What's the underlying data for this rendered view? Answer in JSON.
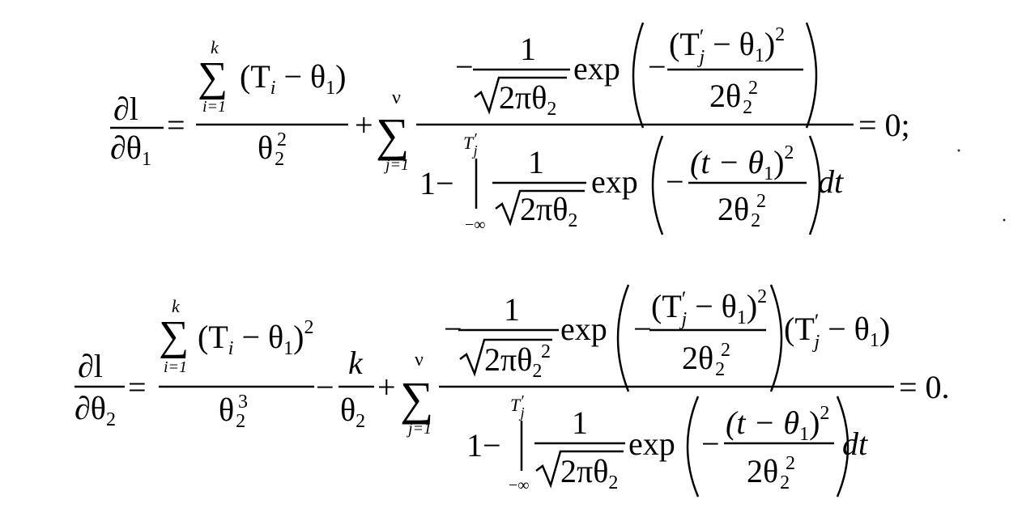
{
  "equations": [
    {
      "lhs": {
        "num": "∂l",
        "den": "∂θ",
        "den_sub": "1"
      },
      "term1": {
        "sum_upper": "k",
        "sum_lower": "i=1",
        "num_expr": "(T",
        "num_sub": "i",
        "num_rest": " − θ",
        "num_rest_sub": "1",
        "num_close": ")",
        "den": "θ",
        "den_sub": "2",
        "den_sup": "2"
      },
      "term2": {
        "sum_upper": "ν",
        "sum_lower": "j=1",
        "numer": {
          "minus": "−",
          "one": "1",
          "sqrt_body": "2π",
          "theta": "θ",
          "theta_sub": "2",
          "exp": "exp",
          "inner_minus": "−",
          "inner_num": "(T",
          "inner_num_prime": "′",
          "inner_num_sub": "j",
          "inner_num_rest": " − θ",
          "inner_num_rest_sub": "1",
          "inner_num_close": ")",
          "inner_num_sup": "2",
          "inner_den": "2θ",
          "inner_den_sub": "2",
          "inner_den_sup": "2"
        },
        "denom": {
          "one_minus": "1−",
          "int_upper": "T",
          "int_upper_prime": "′",
          "int_upper_sub": "j",
          "int_lower": "−∞",
          "one": "1",
          "sqrt_body": "2π",
          "theta": "θ",
          "theta_sub": "2",
          "exp": "exp",
          "inner_minus": "−",
          "inner_num": "(t − θ",
          "inner_num_sub": "1",
          "inner_num_close": ")",
          "inner_num_sup": "2",
          "inner_den": "2θ",
          "inner_den_sub": "2",
          "inner_den_sup": "2",
          "dt": "dt"
        }
      },
      "rhs": "= 0;"
    },
    {
      "lhs": {
        "num": "∂l",
        "den": "∂θ",
        "den_sub": "2"
      },
      "term1": {
        "sum_upper": "k",
        "sum_lower": "i=1",
        "num_expr": "(T",
        "num_sub": "i",
        "num_rest": " − θ",
        "num_rest_sub": "1",
        "num_close": ")",
        "num_sup": "2",
        "den": "θ",
        "den_sub": "2",
        "den_sup": "3"
      },
      "term_mid": {
        "minus": "−",
        "num": "k",
        "den": "θ",
        "den_sub": "2"
      },
      "term2": {
        "sum_upper": "ν",
        "sum_lower": "j=1",
        "numer": {
          "minus": "−",
          "one": "1",
          "sqrt_body": "2π",
          "theta": "θ",
          "theta_sub": "2",
          "theta_sup": "2",
          "exp": "exp",
          "inner_minus": "−",
          "inner_num": "(T",
          "inner_num_prime": "′",
          "inner_num_sub": "j",
          "inner_num_rest": " − θ",
          "inner_num_rest_sub": "1",
          "inner_num_close": ")",
          "inner_num_sup": "2",
          "inner_den": "2θ",
          "inner_den_sub": "2",
          "inner_den_sup": "2",
          "tail": "(T",
          "tail_prime": "′",
          "tail_sub": "j",
          "tail_rest": " − θ",
          "tail_rest_sub": "1",
          "tail_close": ")"
        },
        "denom": {
          "one_minus": "1−",
          "int_upper": "T",
          "int_upper_prime": "′",
          "int_upper_sub": "j",
          "int_lower": "−∞",
          "one": "1",
          "sqrt_body": "2π",
          "theta": "θ",
          "theta_sub": "2",
          "exp": "exp",
          "inner_minus": "−",
          "inner_num": "(t − θ",
          "inner_num_sub": "1",
          "inner_num_close": ")",
          "inner_num_sup": "2",
          "inner_den": "2θ",
          "inner_den_sub": "2",
          "inner_den_sup": "2",
          "dt": "dt"
        }
      },
      "rhs": "= 0."
    }
  ],
  "plus": "+",
  "eq_sign": "="
}
